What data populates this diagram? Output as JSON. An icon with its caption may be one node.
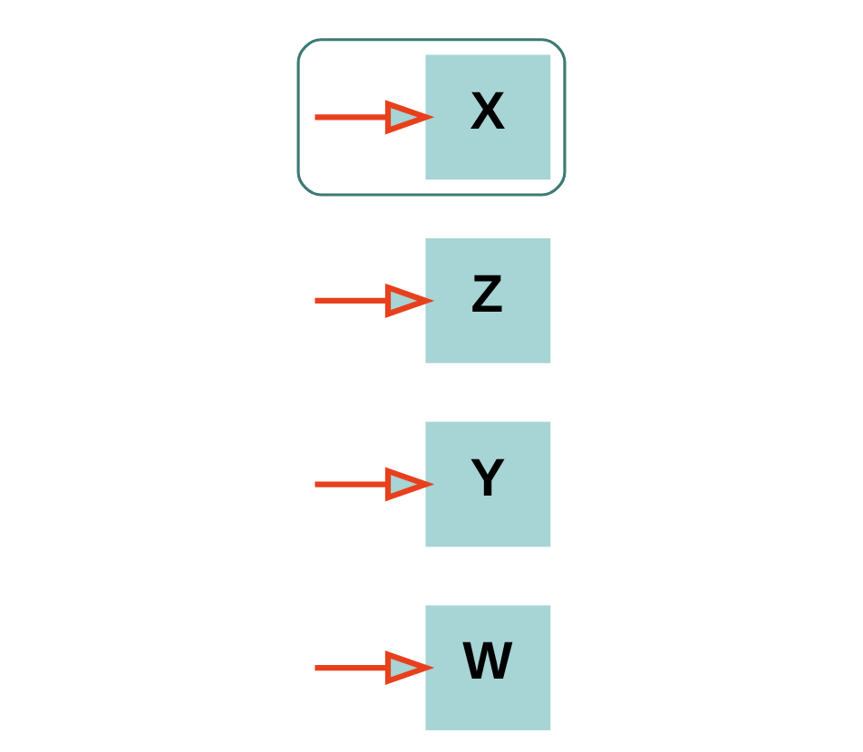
{
  "diagram": {
    "nodes": [
      {
        "text": [
          "W"
        ]
      },
      {
        "text": [],
        "shape": "ellipse"
      },
      {
        "text": [
          "X"
        ],
        "in": 1
      },
      {
        "text": [
          "Y"
        ]
      },
      {
        "text": [
          "Z"
        ]
      }
    ],
    "edges": [
      {
        "from": null,
        "to": 0,
        "arrow": "to"
      },
      {
        "from": null,
        "to": 2,
        "arrow": "to"
      },
      {
        "from": null,
        "to": 3,
        "arrow": "to"
      },
      {
        "from": null,
        "to": 4,
        "arrow": "to"
      }
    ]
  }
}
